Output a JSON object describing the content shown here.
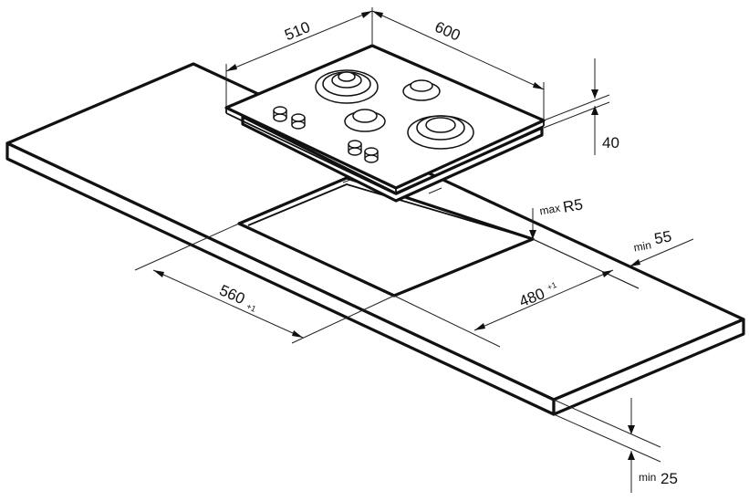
{
  "dimensions": {
    "hob_depth": "510",
    "hob_width": "600",
    "hob_height": "40",
    "cutout_corner_prefix": "max",
    "cutout_corner_value": "R5",
    "cutout_width_value": "560",
    "cutout_width_tol": "+1",
    "cutout_depth_value": "480",
    "cutout_depth_tol": "+1",
    "edge_distance_prefix": "min",
    "edge_distance_value": "55",
    "worktop_thickness_prefix": "min",
    "worktop_thickness_value": "25"
  },
  "colors": {
    "line": "#111111",
    "background": "#ffffff"
  }
}
